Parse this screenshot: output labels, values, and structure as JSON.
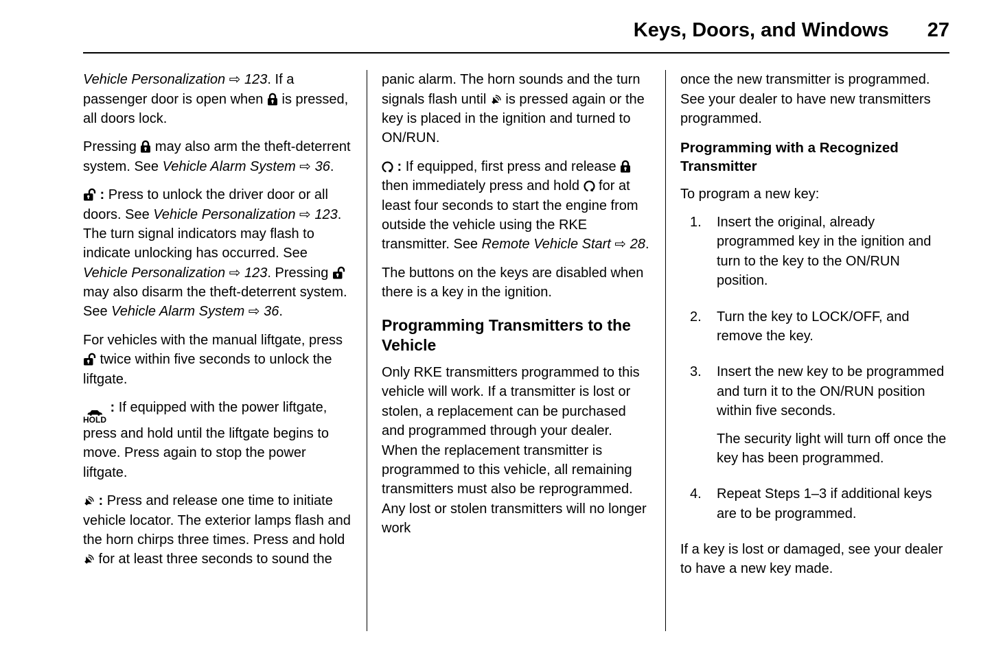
{
  "header": {
    "title": "Keys, Doors, and Windows",
    "page_number": "27"
  },
  "icons": {
    "lock": "closed-padlock-icon",
    "unlock": "open-padlock-icon",
    "hold": "power-liftgate-hold-icon",
    "horn": "vehicle-locator-horn-icon",
    "remote-start": "remote-start-icon"
  },
  "columns": [
    {
      "blocks": [
        {
          "type": "p",
          "segments": [
            {
              "t": "i",
              "v": "Vehicle Personalization ⇨ 123"
            },
            {
              "t": "text",
              "v": ". If a passenger door is open when "
            },
            {
              "t": "icon",
              "v": "lock"
            },
            {
              "t": "text",
              "v": " is pressed, all doors lock."
            }
          ]
        },
        {
          "type": "p",
          "segments": [
            {
              "t": "text",
              "v": "Pressing "
            },
            {
              "t": "icon",
              "v": "lock"
            },
            {
              "t": "text",
              "v": " may also arm the theft-deterrent system. See "
            },
            {
              "t": "i",
              "v": "Vehicle Alarm System ⇨ 36"
            },
            {
              "t": "text",
              "v": "."
            }
          ]
        },
        {
          "type": "p",
          "segments": [
            {
              "t": "icon",
              "v": "unlock"
            },
            {
              "t": "b",
              "v": " : "
            },
            {
              "t": "text",
              "v": "Press to unlock the driver door or all doors. See "
            },
            {
              "t": "i",
              "v": "Vehicle Personalization ⇨ 123"
            },
            {
              "t": "text",
              "v": ". The turn signal indicators may flash to indicate unlocking has occurred. See "
            },
            {
              "t": "i",
              "v": "Vehicle Personalization ⇨ 123"
            },
            {
              "t": "text",
              "v": ". Pressing "
            },
            {
              "t": "icon",
              "v": "unlock"
            },
            {
              "t": "text",
              "v": " may also disarm the theft-deterrent system. See "
            },
            {
              "t": "i",
              "v": "Vehicle Alarm System ⇨ 36"
            },
            {
              "t": "text",
              "v": "."
            }
          ]
        },
        {
          "type": "p",
          "segments": [
            {
              "t": "text",
              "v": "For vehicles with the manual liftgate, press "
            },
            {
              "t": "icon",
              "v": "unlock"
            },
            {
              "t": "text",
              "v": " twice within five seconds to unlock the liftgate."
            }
          ]
        },
        {
          "type": "p",
          "segments": [
            {
              "t": "icon",
              "v": "hold"
            },
            {
              "t": "b",
              "v": " : "
            },
            {
              "t": "text",
              "v": "If equipped with the power liftgate, press and hold until the liftgate begins to move. Press again to stop the power liftgate."
            }
          ]
        },
        {
          "type": "p",
          "segments": [
            {
              "t": "icon",
              "v": "horn"
            },
            {
              "t": "b",
              "v": " : "
            },
            {
              "t": "text",
              "v": "Press and release one time to initiate vehicle locator. The exterior lamps flash and the horn chirps three times. Press and hold "
            },
            {
              "t": "icon",
              "v": "horn"
            },
            {
              "t": "text",
              "v": " for at least three seconds to sound the"
            }
          ]
        }
      ]
    },
    {
      "blocks": [
        {
          "type": "p",
          "segments": [
            {
              "t": "text",
              "v": "panic alarm. The horn sounds and the turn signals flash until "
            },
            {
              "t": "icon",
              "v": "horn"
            },
            {
              "t": "text",
              "v": " is pressed again or the key is placed in the ignition and turned to ON/RUN."
            }
          ]
        },
        {
          "type": "p",
          "segments": [
            {
              "t": "icon",
              "v": "remote-start"
            },
            {
              "t": "b",
              "v": " : "
            },
            {
              "t": "text",
              "v": "If equipped, first press and release "
            },
            {
              "t": "icon",
              "v": "lock"
            },
            {
              "t": "text",
              "v": " then immediately press and hold "
            },
            {
              "t": "icon",
              "v": "remote-start"
            },
            {
              "t": "text",
              "v": " for at least four seconds to start the engine from outside the vehicle using the RKE transmitter. See "
            },
            {
              "t": "i",
              "v": "Remote Vehicle Start ⇨ 28"
            },
            {
              "t": "text",
              "v": "."
            }
          ]
        },
        {
          "type": "p",
          "segments": [
            {
              "t": "text",
              "v": "The buttons on the keys are disabled when there is a key in the ignition."
            }
          ]
        },
        {
          "type": "h2",
          "text": "Programming Transmitters to the Vehicle"
        },
        {
          "type": "p",
          "segments": [
            {
              "t": "text",
              "v": "Only RKE transmitters programmed to this vehicle will work. If a transmitter is lost or stolen, a replacement can be purchased and programmed through your dealer. When the replacement transmitter is programmed to this vehicle, all remaining transmitters must also be reprogrammed. Any lost or stolen transmitters will no longer work"
            }
          ]
        }
      ]
    },
    {
      "blocks": [
        {
          "type": "p",
          "segments": [
            {
              "t": "text",
              "v": "once the new transmitter is programmed. See your dealer to have new transmitters programmed."
            }
          ]
        },
        {
          "type": "h3",
          "text": "Programming with a Recognized Transmitter"
        },
        {
          "type": "p",
          "segments": [
            {
              "t": "text",
              "v": "To program a new key:"
            }
          ]
        },
        {
          "type": "ol",
          "items": [
            {
              "number": "1.",
              "paragraphs": [
                [
                  {
                    "t": "text",
                    "v": "Insert the original, already programmed key in the ignition and turn to the key to the ON/RUN position."
                  }
                ]
              ]
            },
            {
              "number": "2.",
              "paragraphs": [
                [
                  {
                    "t": "text",
                    "v": "Turn the key to LOCK/OFF, and remove the key."
                  }
                ]
              ]
            },
            {
              "number": "3.",
              "paragraphs": [
                [
                  {
                    "t": "text",
                    "v": "Insert the new key to be programmed and turn it to the ON/RUN position within five seconds."
                  }
                ],
                [
                  {
                    "t": "text",
                    "v": "The security light will turn off once the key has been programmed."
                  }
                ]
              ]
            },
            {
              "number": "4.",
              "paragraphs": [
                [
                  {
                    "t": "text",
                    "v": "Repeat Steps 1–3 if additional keys are to be programmed."
                  }
                ]
              ]
            }
          ]
        },
        {
          "type": "p",
          "segments": [
            {
              "t": "text",
              "v": "If a key is lost or damaged, see your dealer to have a new key made."
            }
          ]
        }
      ]
    }
  ]
}
